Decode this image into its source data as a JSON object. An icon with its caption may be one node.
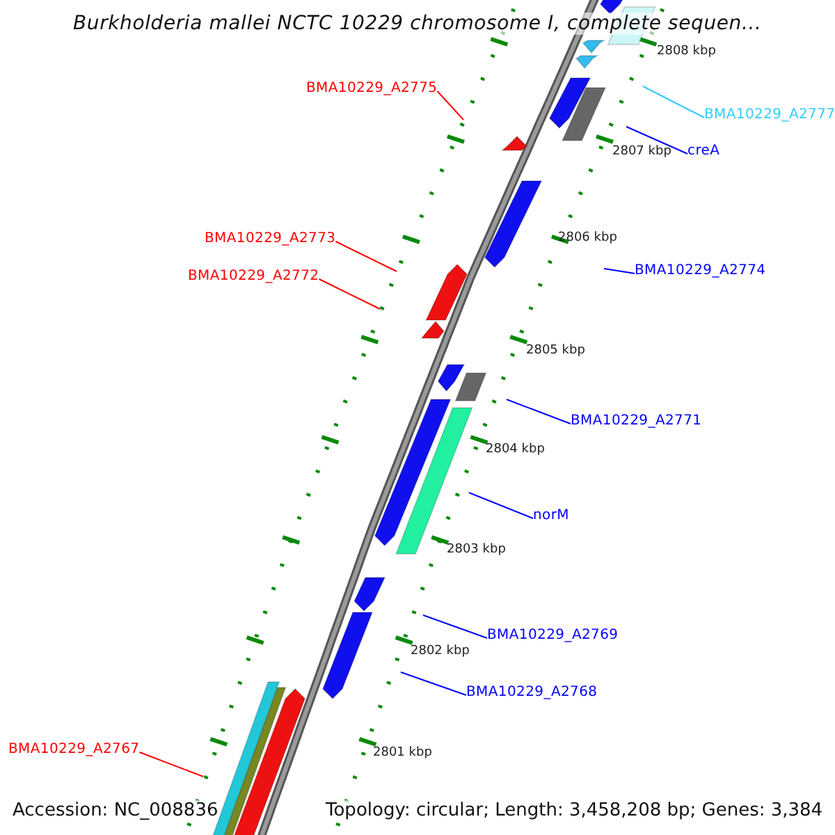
{
  "diagram": {
    "title": "Burkholderia mallei NCTC 10229 chromosome I, complete sequen...",
    "nodes": [
      {
        "text": [
          "BMA10229_A2775"
        ]
      },
      {
        "text": [
          "BMA10229_A2777"
        ]
      },
      {
        "text": [
          "creA"
        ]
      },
      {
        "text": [
          "BMA10229_A2773"
        ]
      },
      {
        "text": [
          "BMA10229_A2774"
        ]
      },
      {
        "text": [
          "BMA10229_A2772"
        ]
      },
      {
        "text": [
          "BMA10229_A2771"
        ]
      },
      {
        "text": [
          "norM"
        ]
      },
      {
        "text": [
          "BMA10229_A2769"
        ]
      },
      {
        "text": [
          "BMA10229_A2768"
        ]
      },
      {
        "text": [
          "BMA10229_A2767"
        ]
      }
    ],
    "edges": [
      {
        "from": 0,
        "to": null,
        "arrow": "none",
        "color": "#ff0000"
      },
      {
        "from": 1,
        "to": null,
        "arrow": "none",
        "color": "#33ccff"
      },
      {
        "from": 2,
        "to": null,
        "arrow": "none",
        "color": "#0000ff"
      },
      {
        "from": 3,
        "to": null,
        "arrow": "none",
        "color": "#ff0000"
      },
      {
        "from": 4,
        "to": null,
        "arrow": "none",
        "color": "#0000ff"
      },
      {
        "from": 5,
        "to": null,
        "arrow": "none",
        "color": "#ff0000"
      },
      {
        "from": 6,
        "to": null,
        "arrow": "none",
        "color": "#0000ff"
      },
      {
        "from": 7,
        "to": null,
        "arrow": "none",
        "color": "#0000ff"
      },
      {
        "from": 8,
        "to": null,
        "arrow": "none",
        "color": "#0000ff"
      },
      {
        "from": 9,
        "to": null,
        "arrow": "none",
        "color": "#0000ff"
      },
      {
        "from": 10,
        "to": null,
        "arrow": "none",
        "color": "#ff0000"
      }
    ],
    "labels": [
      "2808 kbp",
      "2807 kbp",
      "2806 kbp",
      "2805 kbp",
      "2804 kbp",
      "2803 kbp",
      "2802 kbp",
      "2801 kbp",
      "Accession: NC_008836",
      "Topology: circular; Length: 3,458,208 bp; Genes: 3,384"
    ]
  }
}
